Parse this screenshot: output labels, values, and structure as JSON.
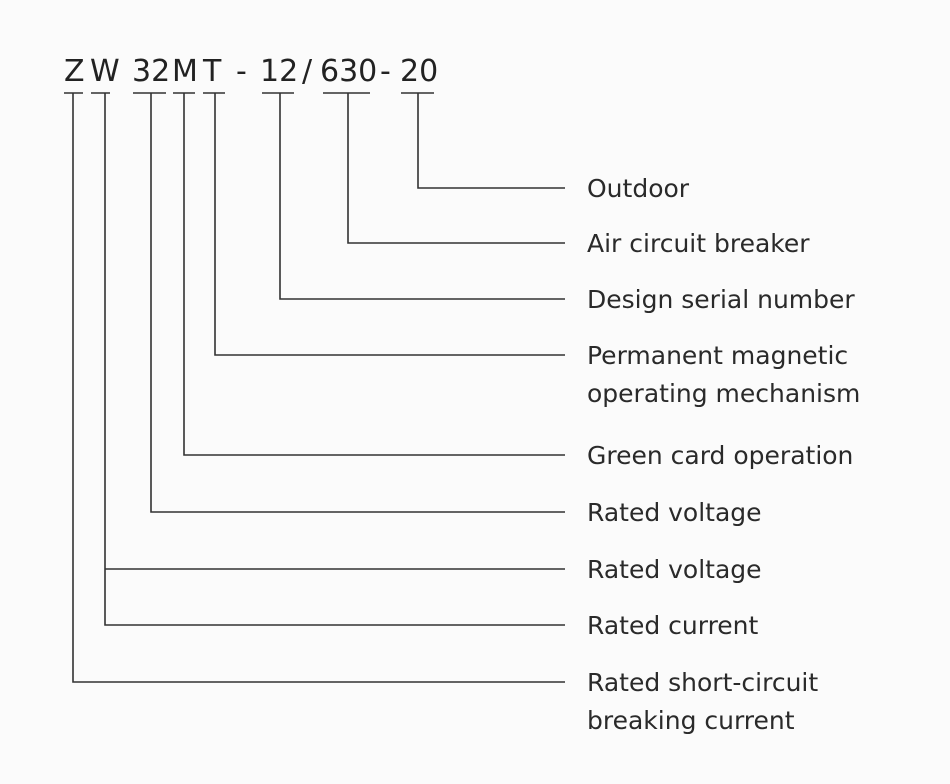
{
  "model_code": {
    "segments": [
      "Z",
      "W",
      "32",
      "M",
      "T",
      "-",
      "12",
      "/",
      "630",
      "-",
      "20"
    ]
  },
  "labels": {
    "outdoor": "Outdoor",
    "air_circuit_breaker": "Air circuit breaker",
    "design_serial_number": "Design serial number",
    "permanent_magnetic_1": "Permanent magnetic",
    "permanent_magnetic_2": "operating mechanism",
    "green_card_operation": "Green card operation",
    "rated_voltage_1": "Rated voltage",
    "rated_voltage_2": "Rated voltage",
    "rated_current": "Rated current",
    "rated_short_circuit_1": "Rated short-circuit",
    "rated_short_circuit_2": "breaking current"
  }
}
